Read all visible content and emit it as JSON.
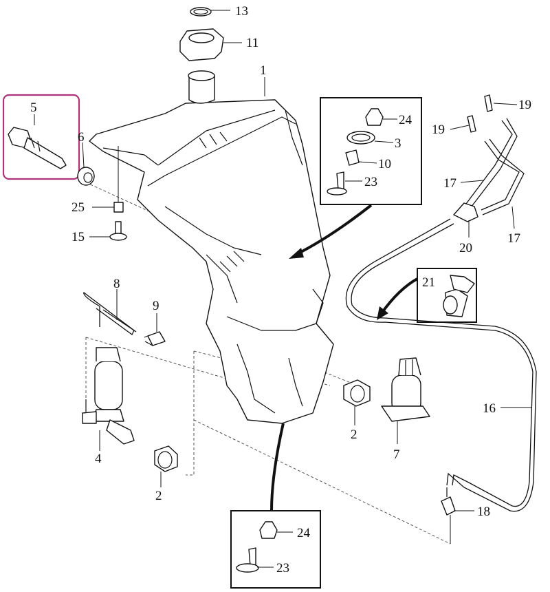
{
  "diagram": {
    "highlight_color": "#b0327a",
    "callouts": [
      {
        "id": "c13",
        "text": "13"
      },
      {
        "id": "c11",
        "text": "11"
      },
      {
        "id": "c1",
        "text": "1"
      },
      {
        "id": "c5",
        "text": "5"
      },
      {
        "id": "c6",
        "text": "6"
      },
      {
        "id": "c25",
        "text": "25"
      },
      {
        "id": "c15",
        "text": "15"
      },
      {
        "id": "c8",
        "text": "8"
      },
      {
        "id": "c9",
        "text": "9"
      },
      {
        "id": "c4",
        "text": "4"
      },
      {
        "id": "c2a",
        "text": "2"
      },
      {
        "id": "c2b",
        "text": "2"
      },
      {
        "id": "c7",
        "text": "7"
      },
      {
        "id": "c24a",
        "text": "24"
      },
      {
        "id": "c3",
        "text": "3"
      },
      {
        "id": "c10",
        "text": "10"
      },
      {
        "id": "c23a",
        "text": "23"
      },
      {
        "id": "c19a",
        "text": "19"
      },
      {
        "id": "c19b",
        "text": "19"
      },
      {
        "id": "c17a",
        "text": "17"
      },
      {
        "id": "c17b",
        "text": "17"
      },
      {
        "id": "c20",
        "text": "20"
      },
      {
        "id": "c21",
        "text": "21"
      },
      {
        "id": "c16",
        "text": "16"
      },
      {
        "id": "c18",
        "text": "18"
      },
      {
        "id": "c24b",
        "text": "24"
      },
      {
        "id": "c23b",
        "text": "23"
      }
    ]
  }
}
